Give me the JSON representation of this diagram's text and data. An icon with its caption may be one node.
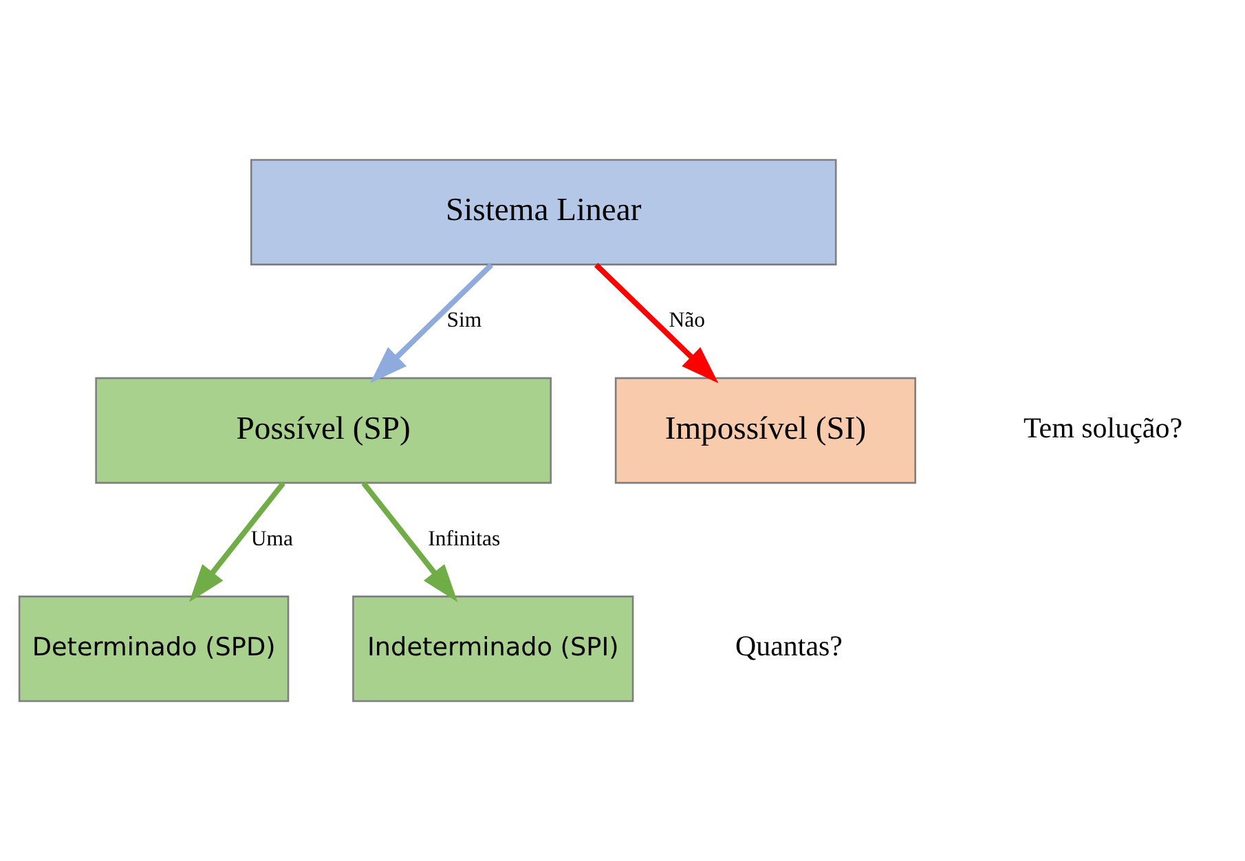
{
  "diagram": {
    "nodes": [
      {
        "text": [
          "Sistema Linear"
        ]
      },
      {
        "text": [
          "Possível (SP)"
        ]
      },
      {
        "text": [
          "Impossível (SI)"
        ]
      },
      {
        "text": [
          "Determinado (SPD)"
        ]
      },
      {
        "text": [
          "Indeterminado (SPI)"
        ]
      }
    ],
    "edges": [
      {
        "from": 0,
        "to": 1,
        "arrow": "to",
        "label": "Sim",
        "color": "#8faadc"
      },
      {
        "from": 0,
        "to": 2,
        "arrow": "to",
        "label": "Não",
        "color": "#ff0000"
      },
      {
        "from": 1,
        "to": 3,
        "arrow": "to",
        "label": "Uma"
      },
      {
        "from": 1,
        "to": 4,
        "arrow": "to",
        "label": "Infinitas"
      }
    ],
    "labels": [
      "Tem solução?",
      "Quantas?"
    ]
  }
}
